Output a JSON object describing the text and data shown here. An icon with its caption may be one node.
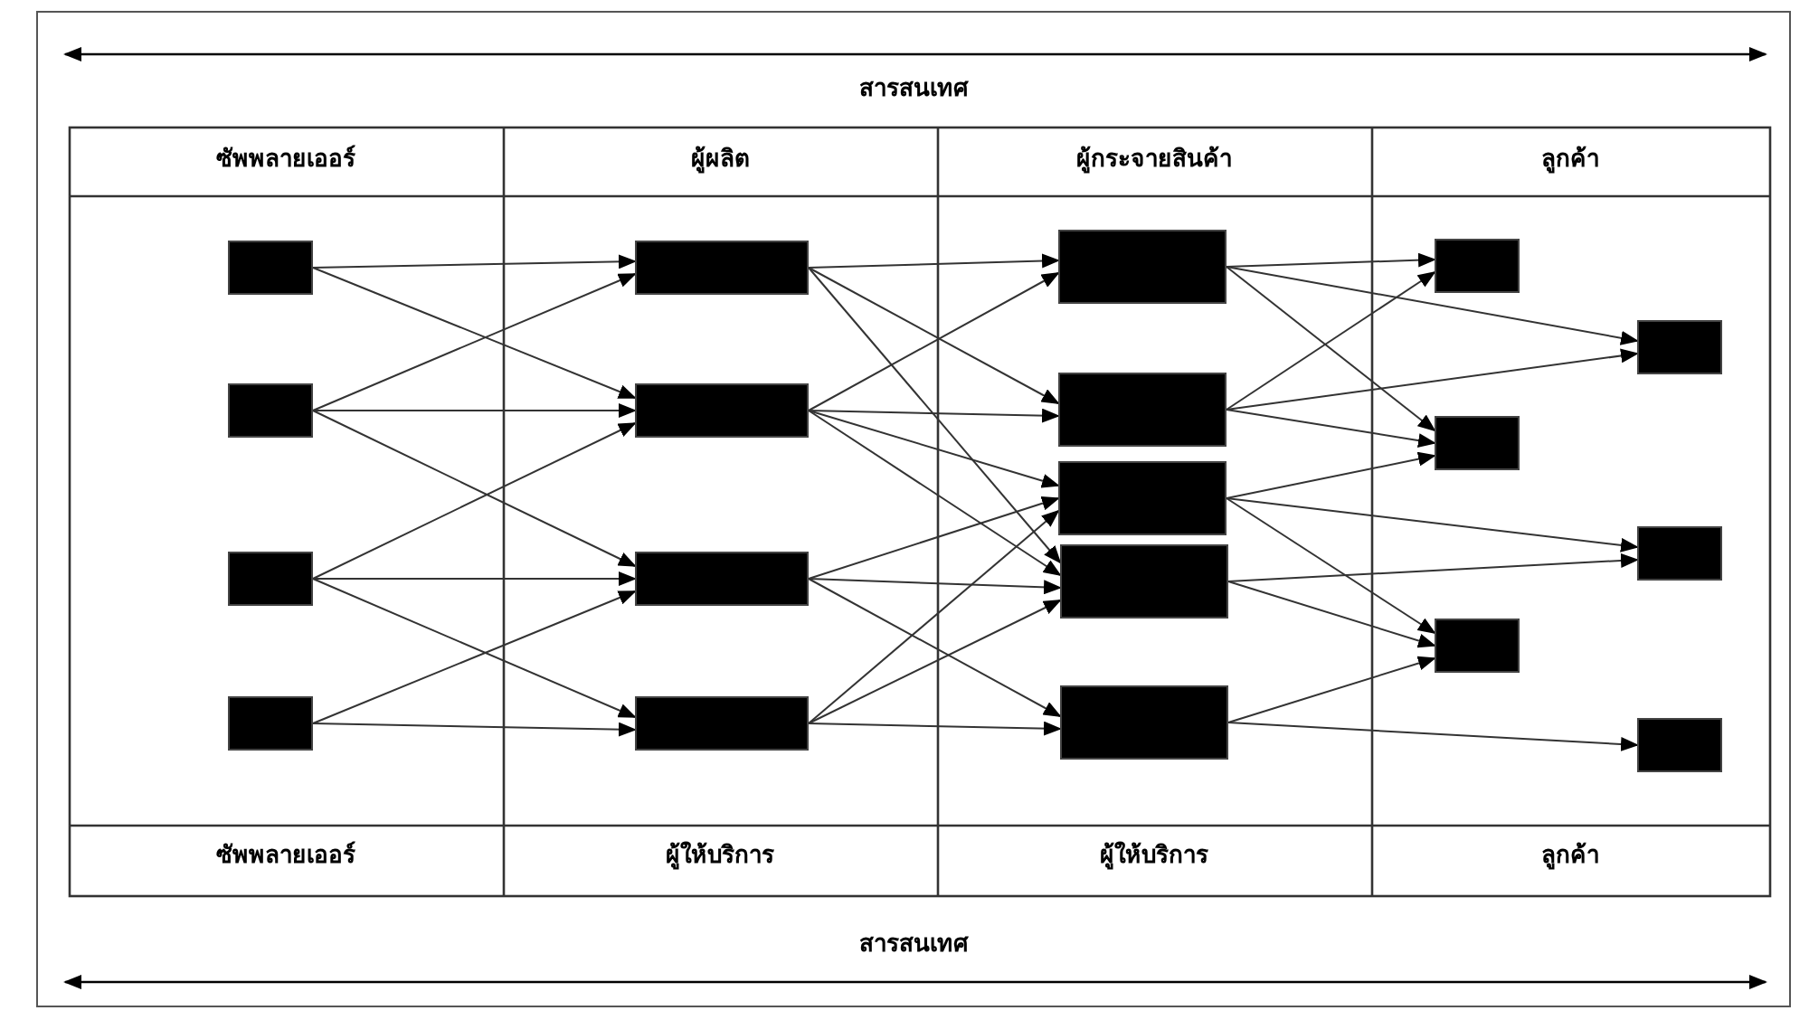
{
  "diagram": {
    "nodes": [
      {
        "text": [],
        "shape": "box"
      },
      {
        "text": [],
        "shape": "box"
      },
      {
        "text": [],
        "shape": "box"
      },
      {
        "text": [],
        "shape": "box"
      },
      {
        "text": [],
        "shape": "box"
      },
      {
        "text": [],
        "shape": "box"
      },
      {
        "text": [],
        "shape": "box"
      },
      {
        "text": [],
        "shape": "box"
      },
      {
        "text": [],
        "shape": "box"
      },
      {
        "text": [],
        "shape": "box"
      },
      {
        "text": [],
        "shape": "box"
      },
      {
        "text": [],
        "shape": "box"
      },
      {
        "text": [],
        "shape": "box"
      },
      {
        "text": [],
        "shape": "box"
      },
      {
        "text": [],
        "shape": "box"
      },
      {
        "text": [],
        "shape": "box"
      },
      {
        "text": [],
        "shape": "box"
      },
      {
        "text": [],
        "shape": "box"
      },
      {
        "text": [],
        "shape": "box"
      }
    ],
    "edges": [
      {
        "from": 0,
        "to": 4,
        "arrow": "to"
      },
      {
        "from": 0,
        "to": 5,
        "arrow": "to"
      },
      {
        "from": 1,
        "to": 4,
        "arrow": "to"
      },
      {
        "from": 1,
        "to": 5,
        "arrow": "to"
      },
      {
        "from": 1,
        "to": 6,
        "arrow": "to"
      },
      {
        "from": 2,
        "to": 5,
        "arrow": "to"
      },
      {
        "from": 2,
        "to": 6,
        "arrow": "to"
      },
      {
        "from": 2,
        "to": 7,
        "arrow": "to"
      },
      {
        "from": 3,
        "to": 6,
        "arrow": "to"
      },
      {
        "from": 3,
        "to": 7,
        "arrow": "to"
      },
      {
        "from": 4,
        "to": 8,
        "arrow": "to"
      },
      {
        "from": 4,
        "to": 9,
        "arrow": "to"
      },
      {
        "from": 4,
        "to": 11,
        "arrow": "to"
      },
      {
        "from": 5,
        "to": 8,
        "arrow": "to"
      },
      {
        "from": 5,
        "to": 9,
        "arrow": "to"
      },
      {
        "from": 5,
        "to": 10,
        "arrow": "to"
      },
      {
        "from": 5,
        "to": 11,
        "arrow": "to"
      },
      {
        "from": 6,
        "to": 10,
        "arrow": "to"
      },
      {
        "from": 6,
        "to": 11,
        "arrow": "to"
      },
      {
        "from": 6,
        "to": 12,
        "arrow": "to"
      },
      {
        "from": 7,
        "to": 10,
        "arrow": "to"
      },
      {
        "from": 7,
        "to": 11,
        "arrow": "to"
      },
      {
        "from": 7,
        "to": 12,
        "arrow": "to"
      },
      {
        "from": 8,
        "to": 13,
        "arrow": "to"
      },
      {
        "from": 8,
        "to": 14,
        "arrow": "to"
      },
      {
        "from": 8,
        "to": 15,
        "arrow": "to"
      },
      {
        "from": 9,
        "to": 13,
        "arrow": "to"
      },
      {
        "from": 9,
        "to": 14,
        "arrow": "to"
      },
      {
        "from": 9,
        "to": 15,
        "arrow": "to"
      },
      {
        "from": 10,
        "to": 15,
        "arrow": "to"
      },
      {
        "from": 10,
        "to": 16,
        "arrow": "to"
      },
      {
        "from": 10,
        "to": 17,
        "arrow": "to"
      },
      {
        "from": 11,
        "to": 16,
        "arrow": "to"
      },
      {
        "from": 11,
        "to": 17,
        "arrow": "to"
      },
      {
        "from": 12,
        "to": 17,
        "arrow": "to"
      },
      {
        "from": 12,
        "to": 18,
        "arrow": "to"
      }
    ],
    "labels": [
      "สารสนเทศ",
      "ซัพพลายเออร์",
      "ผู้ผลิต",
      "ผู้กระจายสินค้า",
      "ลูกค้า",
      "ซัพพลายเออร์",
      "ผู้ให้บริการ",
      "ผู้ให้บริการ",
      "ลูกค้า",
      "สารสนเทศ"
    ]
  }
}
